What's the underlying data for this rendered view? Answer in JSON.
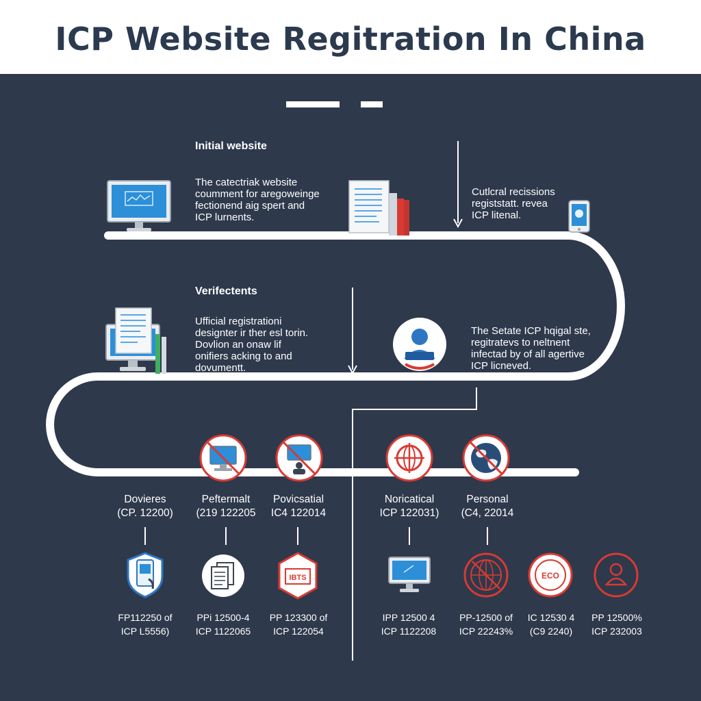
{
  "title": "ICP Website Regitration In China",
  "steps": {
    "step1": {
      "heading": "Initial website",
      "body": "The catectriak website\ncoumment for aregoweinge\nfectionend aig spert and\nICP lurnents."
    },
    "step2": {
      "body": "Cutlcral recissions\nregiststatt. revea\nICP litenal."
    },
    "step3": {
      "heading": "Verifectents",
      "body": "Ufficial registrationi\ndesignter ir ther esl torin.\nDovlion an onaw lif\nonifiers acking to and\ndovumentt."
    },
    "step4": {
      "body": "The Setate ICP hqigal ste,\nregitratevs to neltnent\ninfectad by of all agertive\nICP licneved."
    }
  },
  "categories": [
    {
      "name": "Dovieres",
      "code": "(CP. 12200)",
      "icon": "phone-document-icon"
    },
    {
      "name": "Peftermalt",
      "code": "(219 122205",
      "icon": "monitor-blocked-icon"
    },
    {
      "name": "Povicsatial",
      "code": "IC4 122014",
      "icon": "screen-blocked-icon"
    },
    {
      "name": "Noricatical",
      "code": "ICP 122031)",
      "icon": "globe-grid-icon"
    },
    {
      "name": "Personal",
      "code": "(C4, 22014",
      "icon": "world-map-icon"
    }
  ],
  "codes": [
    {
      "line1": "FP112250 of",
      "line2": "ICP L5556)",
      "icon": "phone-shield-icon"
    },
    {
      "line1": "PPi 12500-4",
      "line2": "ICP 1122065",
      "icon": "documents-icon"
    },
    {
      "line1": "PP 123300 of",
      "line2": "ICP 122054",
      "icon": "ibts-badge-icon"
    },
    {
      "line1": "IPP 12500 4",
      "line2": "ICP 1122208",
      "icon": "monitor-icon"
    },
    {
      "line1": "PP-12500 of",
      "line2": "ICP 22243%",
      "icon": "globe-seal-icon"
    },
    {
      "line1": "IC 12530 4",
      "line2": "(C9 2240)",
      "icon": "eco-seal-icon"
    },
    {
      "line1": "PP 12500%",
      "line2": "ICP 232003",
      "icon": "user-seal-icon"
    }
  ],
  "colors": {
    "panel": "#2e394c",
    "accent": "#d93a32",
    "path": "#ffffff",
    "title": "#2b3a4e"
  }
}
